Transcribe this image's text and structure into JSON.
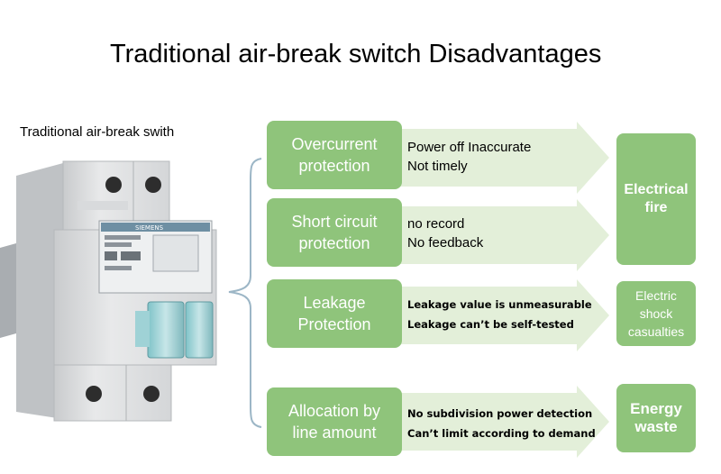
{
  "title": "Traditional air-break switch Disadvantages",
  "device_label": "Traditional air-break swith",
  "device_brand": "SIEMENS",
  "colors": {
    "box_green": "#8fc47b",
    "arrow_green": "#e3efd9",
    "text_white": "#ffffff"
  },
  "features": [
    {
      "line1": "Overcurrent",
      "line2": "protection",
      "details": [
        "Power off Inaccurate",
        "Not timely"
      ]
    },
    {
      "line1": "Short circuit",
      "line2": "protection",
      "details": [
        "no record",
        "No feedback"
      ]
    },
    {
      "line1": "Leakage",
      "line2": "Protection",
      "details": [
        "Leakage value is unmeasurable",
        "Leakage can’t be self-tested"
      ]
    },
    {
      "line1": "Allocation by",
      "line2": "line amount",
      "details": [
        "No subdivision power detection",
        "Can’t limit according to demand"
      ]
    }
  ],
  "outcomes": [
    {
      "line1": "Electrical",
      "line2": "fire"
    },
    {
      "line1": "Electric",
      "line2": "shock",
      "line3": "casualties"
    },
    {
      "line1": "Energy",
      "line2": "waste"
    }
  ]
}
